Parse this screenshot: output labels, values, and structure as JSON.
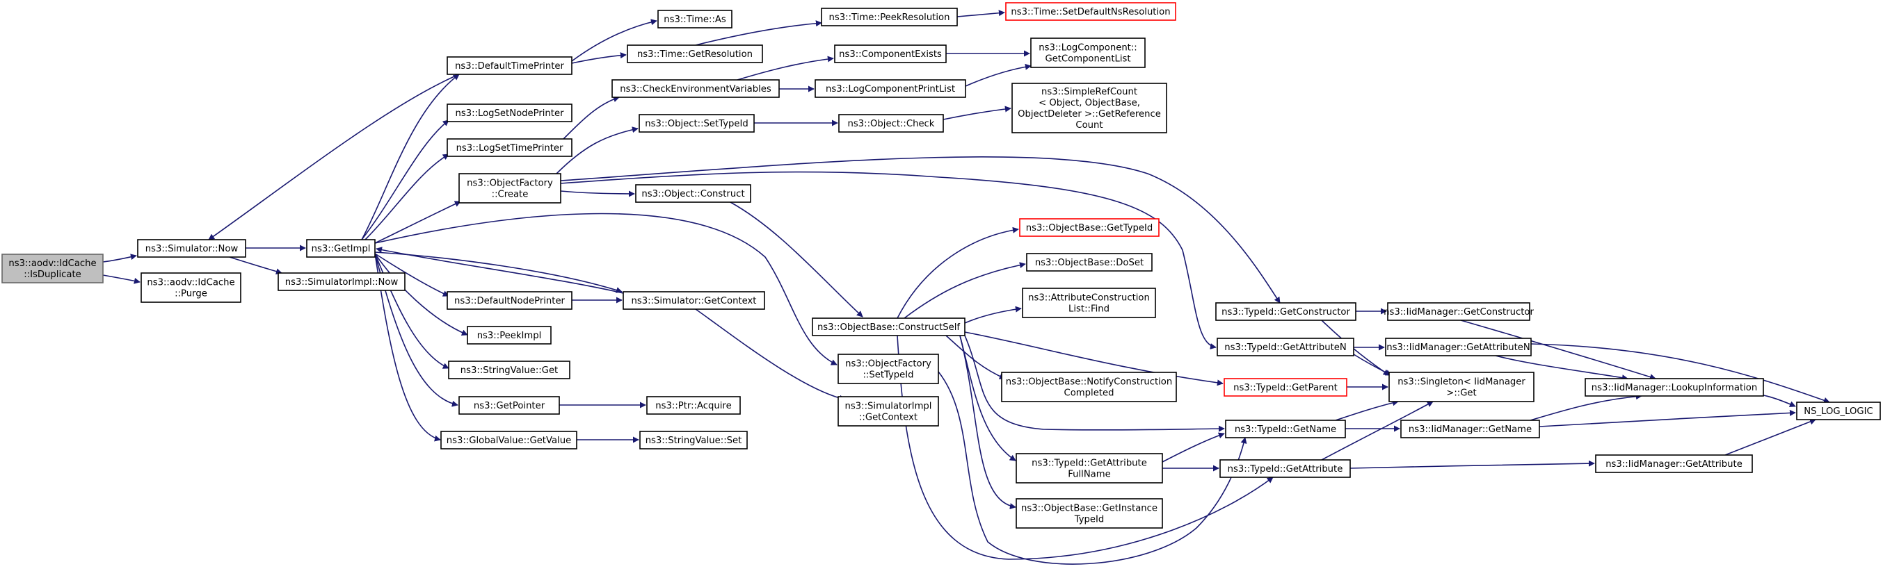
{
  "nodes": [
    {
      "id": "n0",
      "lines": [
        "ns3::aodv::IdCache",
        "::IsDuplicate"
      ],
      "root": true
    },
    {
      "id": "n1",
      "lines": [
        "ns3::Simulator::Now"
      ]
    },
    {
      "id": "n2",
      "lines": [
        "ns3::aodv::IdCache",
        "::Purge"
      ]
    },
    {
      "id": "n3",
      "lines": [
        "ns3::GetImpl"
      ]
    },
    {
      "id": "n4",
      "lines": [
        "ns3::SimulatorImpl::Now"
      ]
    },
    {
      "id": "n5",
      "lines": [
        "ns3::DefaultTimePrinter"
      ]
    },
    {
      "id": "n6",
      "lines": [
        "ns3::LogSetNodePrinter"
      ]
    },
    {
      "id": "n7",
      "lines": [
        "ns3::LogSetTimePrinter"
      ]
    },
    {
      "id": "n8",
      "lines": [
        "ns3::ObjectFactory",
        "::Create"
      ]
    },
    {
      "id": "n9",
      "lines": [
        "ns3::DefaultNodePrinter"
      ]
    },
    {
      "id": "n10",
      "lines": [
        "ns3::PeekImpl"
      ]
    },
    {
      "id": "n11",
      "lines": [
        "ns3::StringValue::Get"
      ]
    },
    {
      "id": "n12",
      "lines": [
        "ns3::GetPointer"
      ]
    },
    {
      "id": "n13",
      "lines": [
        "ns3::GlobalValue::GetValue"
      ]
    },
    {
      "id": "n14",
      "lines": [
        "ns3::Time::As"
      ]
    },
    {
      "id": "n15",
      "lines": [
        "ns3::Time::GetResolution"
      ]
    },
    {
      "id": "n16",
      "lines": [
        "ns3::Time::PeekResolution"
      ]
    },
    {
      "id": "n17",
      "lines": [
        "ns3::Time::SetDefaultNsResolution"
      ],
      "red": true
    },
    {
      "id": "n18",
      "lines": [
        "ns3::CheckEnvironmentVariables"
      ]
    },
    {
      "id": "n19",
      "lines": [
        "ns3::ComponentExists"
      ]
    },
    {
      "id": "n20",
      "lines": [
        "ns3::LogComponentPrintList"
      ]
    },
    {
      "id": "n21",
      "lines": [
        "ns3::LogComponent::",
        "GetComponentList"
      ]
    },
    {
      "id": "n22",
      "lines": [
        "ns3::Object::SetTypeId"
      ]
    },
    {
      "id": "n23",
      "lines": [
        "ns3::Object::Check"
      ]
    },
    {
      "id": "n24",
      "lines": [
        "ns3::SimpleRefCount",
        "< Object, ObjectBase,",
        "ObjectDeleter >::GetReference",
        "Count"
      ]
    },
    {
      "id": "n25",
      "lines": [
        "ns3::Object::Construct"
      ]
    },
    {
      "id": "n26",
      "lines": [
        "ns3::Simulator::GetContext"
      ]
    },
    {
      "id": "n27",
      "lines": [
        "ns3::ObjectFactory",
        "::SetTypeId"
      ]
    },
    {
      "id": "n28",
      "lines": [
        "ns3::SimulatorImpl",
        "::GetContext"
      ]
    },
    {
      "id": "n29",
      "lines": [
        "ns3::Ptr::Acquire"
      ]
    },
    {
      "id": "n30",
      "lines": [
        "ns3::StringValue::Set"
      ]
    },
    {
      "id": "n31",
      "lines": [
        "ns3::ObjectBase::ConstructSelf"
      ]
    },
    {
      "id": "n32",
      "lines": [
        "ns3::ObjectBase::GetTypeId"
      ],
      "red": true
    },
    {
      "id": "n33",
      "lines": [
        "ns3::ObjectBase::DoSet"
      ]
    },
    {
      "id": "n34",
      "lines": [
        "ns3::AttributeConstruction",
        "List::Find"
      ]
    },
    {
      "id": "n35",
      "lines": [
        "ns3::ObjectBase::NotifyConstruction",
        "Completed"
      ]
    },
    {
      "id": "n36",
      "lines": [
        "ns3::TypeId::GetAttribute",
        "FullName"
      ]
    },
    {
      "id": "n37",
      "lines": [
        "ns3::ObjectBase::GetInstance",
        "TypeId"
      ]
    },
    {
      "id": "n38",
      "lines": [
        "ns3::TypeId::GetConstructor"
      ]
    },
    {
      "id": "n39",
      "lines": [
        "ns3::TypeId::GetAttributeN"
      ]
    },
    {
      "id": "n40",
      "lines": [
        "ns3::TypeId::GetParent"
      ],
      "red": true
    },
    {
      "id": "n41",
      "lines": [
        "ns3::TypeId::GetName"
      ]
    },
    {
      "id": "n42",
      "lines": [
        "ns3::TypeId::GetAttribute"
      ]
    },
    {
      "id": "n43",
      "lines": [
        "ns3::IidManager::GetConstructor"
      ]
    },
    {
      "id": "n44",
      "lines": [
        "ns3::IidManager::GetAttributeN"
      ]
    },
    {
      "id": "n45",
      "lines": [
        "ns3::Singleton< IidManager",
        ">::Get"
      ]
    },
    {
      "id": "n46",
      "lines": [
        "ns3::IidManager::GetName"
      ]
    },
    {
      "id": "n47",
      "lines": [
        "ns3::IidManager::LookupInformation"
      ]
    },
    {
      "id": "n48",
      "lines": [
        "ns3::IidManager::GetAttribute"
      ]
    },
    {
      "id": "n49",
      "lines": [
        "NS_LOG_LOGIC"
      ]
    }
  ]
}
